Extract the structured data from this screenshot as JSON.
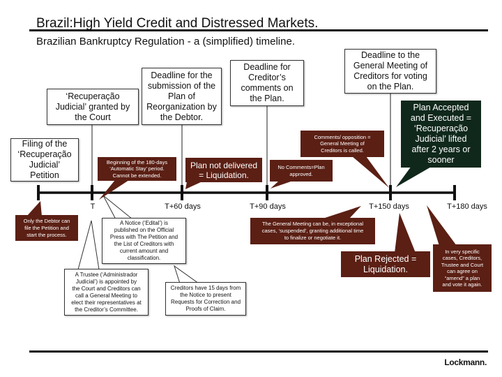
{
  "header": {
    "title": "Brazil:High Yield Credit and Distressed Markets.",
    "subtitle": "Brazilian Bankruptcy Regulation - a (simplified) timeline."
  },
  "timeline": {
    "ticks": [
      {
        "label": ""
      },
      {
        "label": "T"
      },
      {
        "label": "T+60 days"
      },
      {
        "label": "T+90 days"
      },
      {
        "label": "T+150 days"
      },
      {
        "label": "T+180 days"
      }
    ]
  },
  "milestones": {
    "filing": "Filing of the\n‘Recuperação\nJudicial’\nPetition",
    "granted": "‘Recuperação\nJudicial’ granted by\nthe Court",
    "plan_deadline": "Deadline for the\nsubmission of the\nPlan of\nReorganization by\nthe Debtor.",
    "comments_deadline": "Deadline for\nCreditor’s\ncomments on\nthe Plan.",
    "meeting_deadline": "Deadline to the\nGeneral Meeting of\nCreditors for voting\non the Plan."
  },
  "callouts": {
    "automatic_stay": "Beginning of the 180-days\n‘Automatic Stay’ period.\nCannot be extended.",
    "plan_not_delivered": "Plan not delivered\n= Liquidation.",
    "no_comments": "No Comments=Plan\napproved.",
    "comments_opposition": "Comments/ opposition =\nGeneral Meeting of\nCreditors is called.",
    "plan_accepted": "Plan Accepted\nand Executed =\n‘Recuperação\nJudicial’ lifted\nafter 2 years or\nsooner",
    "only_debtor": "Only the Debtor can\nfile the Petition and\nstart the process.",
    "notice_edital": "A Notice (‘Edital’) is\npublished on the Official\nPress with The Petition and\nthe List of Creditors with\ncurrent amount and\nclassification.",
    "trustee": "A Trustee (‘Administrador\nJudicial’) is appointed by\nthe Court and Creditors can\ncall a General Meeting to\nelect their representatives at\nthe Creditor’s Committee.",
    "creditors_15_days": "Creditors have 15 days from\nthe Notice to present\nRequests for Correction and\nProofs of Claim.",
    "meeting_suspended": "The General Meeting can be, in exceptional\ncases, ‘suspended’, granting additional time\nto finalize or negotiate it.",
    "plan_rejected": "Plan Rejected =\nLiquidation.",
    "amend_plan": "In very specific\ncases, Creditors,\nTrustee and Court\ncan agree on\n“amend” a plan\nand vote it again."
  },
  "colors": {
    "callout_brown": "#5b1f14",
    "callout_green": "#10281c",
    "line": "#111111"
  },
  "footer": {
    "brand": "Lockmann."
  }
}
